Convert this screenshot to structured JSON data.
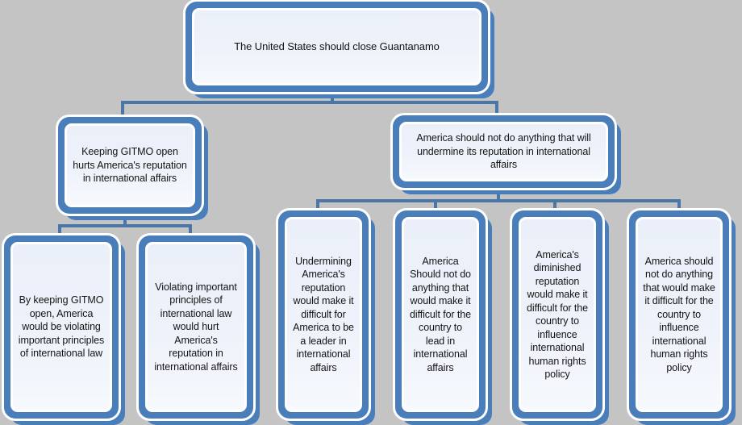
{
  "diagram": {
    "type": "argument-map-tree",
    "background_color": "#c4c4c4",
    "node_border_color": "#4a7ebb",
    "node_fill_color": "#eef2fa",
    "connector_color": "#4a76a8",
    "root": {
      "text": "The United States should close Guantanamo"
    },
    "level1": [
      {
        "text": "Keeping GITMO open hurts America's reputation in international affairs"
      },
      {
        "text": "America should not do anything that will undermine its reputation in international affairs"
      }
    ],
    "level2_left": [
      {
        "text": "By keeping GITMO open, America would be violating important principles of international law"
      },
      {
        "text": "Violating important principles of international law would hurt America's reputation in international affairs"
      }
    ],
    "level2_right": [
      {
        "text": "Undermining America's reputation would make it difficult for America to be a leader in international affairs"
      },
      {
        "text": "America Should not do anything that would make it difficult for the country to lead in international affairs"
      },
      {
        "text": "America's diminished reputation would make it difficult for the country to influence international human rights policy"
      },
      {
        "text": "America should not do anything that would make it difficult for the country to influence international human rights policy"
      }
    ]
  }
}
